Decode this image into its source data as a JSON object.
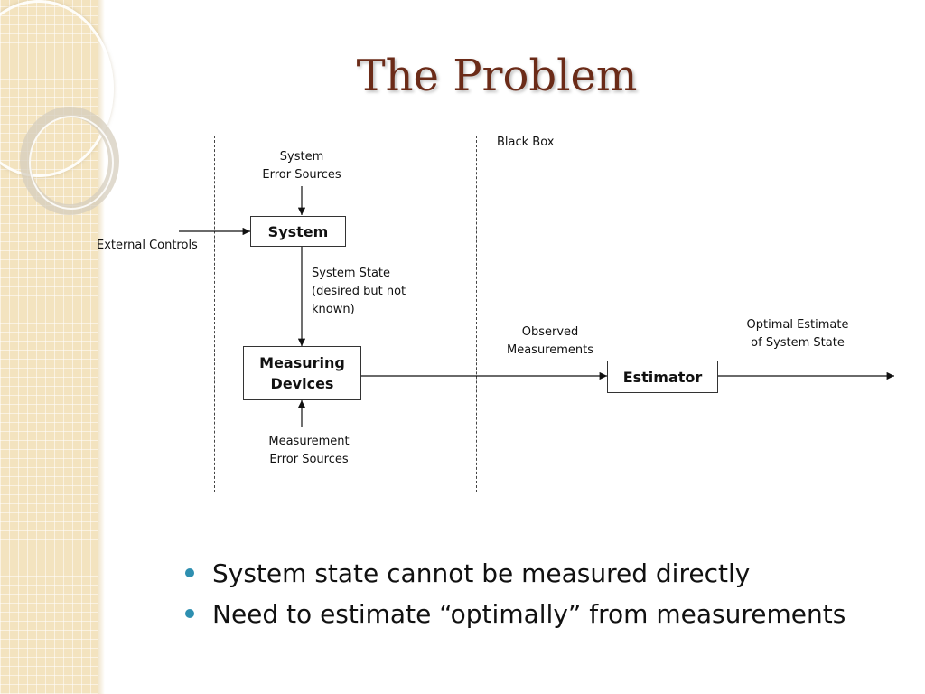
{
  "title": "The Problem",
  "diagram": {
    "black_box_label": "Black Box",
    "system_error_sources": [
      "System",
      "Error Sources"
    ],
    "system_box": "System",
    "external_controls": "External Controls",
    "system_state": [
      "System State",
      "(desired but not",
      "known)"
    ],
    "measuring_devices_box": [
      "Measuring",
      "Devices"
    ],
    "measurement_error_sources": [
      "Measurement",
      "Error Sources"
    ],
    "observed_measurements": [
      "Observed",
      "Measurements"
    ],
    "estimator_box": "Estimator",
    "optimal_estimate": [
      "Optimal Estimate",
      "of System State"
    ]
  },
  "bullets": [
    "System state cannot be measured directly",
    "Need to estimate “optimally” from measurements"
  ],
  "colors": {
    "title": "#6b2b18",
    "bullet": "#2e8fb0",
    "sidebar": "#f3e3bf"
  }
}
